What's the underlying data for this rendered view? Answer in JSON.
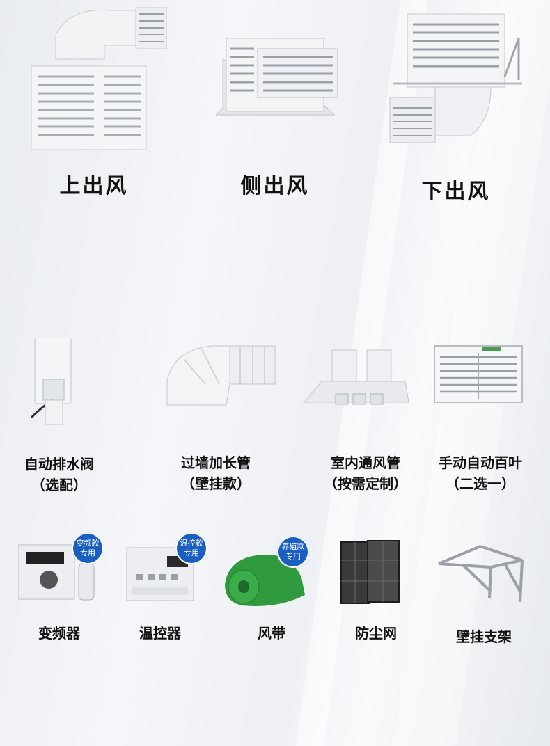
{
  "outlets": [
    {
      "label": "上出风"
    },
    {
      "label": "侧出风"
    },
    {
      "label": "下出风"
    }
  ],
  "accessories_row1": [
    {
      "line1": "自动排水阀",
      "line2": "（选配）"
    },
    {
      "line1": "过墙加长管",
      "line2": "（壁挂款）"
    },
    {
      "line1": "室内通风管",
      "line2": "（按需定制）"
    },
    {
      "line1": "手动自动百叶",
      "line2": "（二选一）"
    }
  ],
  "accessories_row2": [
    {
      "label": "变频器",
      "badge": [
        "变频款",
        "专用"
      ]
    },
    {
      "label": "温控器",
      "badge": [
        "温控款",
        "专用"
      ]
    },
    {
      "label": "风带",
      "badge": [
        "养殖款",
        "专用"
      ]
    },
    {
      "label": "防尘网"
    },
    {
      "label": "壁挂支架"
    }
  ],
  "colors": {
    "badge": "#1a5fc0",
    "wind_band": "#2f9a3e",
    "text": "#111111"
  }
}
